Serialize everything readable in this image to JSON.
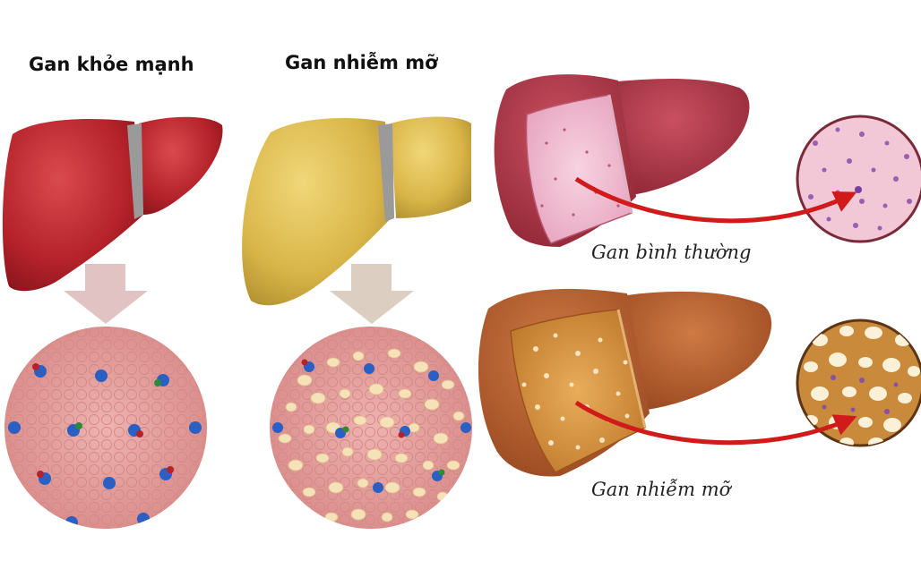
{
  "left_panel": {
    "healthy_title": "Gan khỏe mạnh",
    "fatty_title": "Gan nhiễm mỡ"
  },
  "right_panel": {
    "normal_caption": "Gan bình thường",
    "fatty_caption": "Gan nhiễm mỡ"
  },
  "colors": {
    "healthy_liver": "#b5222a",
    "fatty_liver": "#d9b548",
    "tissue_pink": "#e8a6a4",
    "fat_droplet": "#f6e2b8",
    "nucleus_blue": "#2a5fc4",
    "normal_section": "#f3c8d8",
    "fatty_section": "#d9963f",
    "arrow_red": "#d11a1a"
  }
}
